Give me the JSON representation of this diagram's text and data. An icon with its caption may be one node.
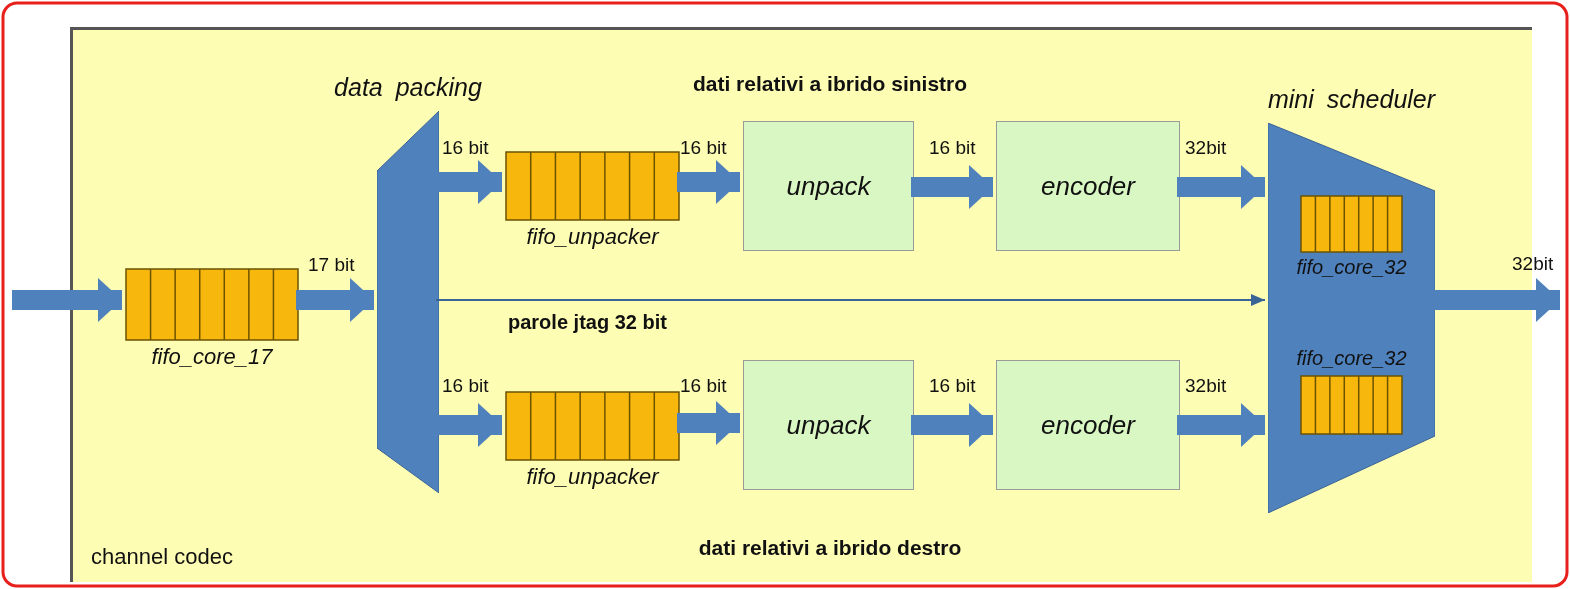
{
  "diagram": {
    "nodes": [
      {
        "text": [
          "channel codec"
        ]
      },
      {
        "text": [
          "fifo_core_17"
        ],
        "in": 0
      },
      {
        "text": [
          "data packing"
        ],
        "in": 0
      },
      {
        "text": [
          "fifo_unpacker"
        ],
        "in": 0
      },
      {
        "text": [
          "unpack"
        ],
        "in": 0
      },
      {
        "text": [
          "encoder"
        ],
        "in": 0
      },
      {
        "text": [
          "fifo_unpacker"
        ],
        "in": 0
      },
      {
        "text": [
          "unpack"
        ],
        "in": 0
      },
      {
        "text": [
          "encoder"
        ],
        "in": 0
      },
      {
        "text": [
          "mini scheduler"
        ],
        "in": 0
      },
      {
        "text": [
          "fifo_core_32"
        ],
        "in": 9
      },
      {
        "text": [
          "fifo_core_32"
        ],
        "in": 9
      }
    ],
    "edges": [
      {
        "from": null,
        "to": 1,
        "arrow": "to"
      },
      {
        "from": 1,
        "to": 2,
        "arrow": "to",
        "label": "17 bit"
      },
      {
        "from": 2,
        "to": 3,
        "arrow": "to",
        "label": "16 bit"
      },
      {
        "from": 3,
        "to": 4,
        "arrow": "to",
        "label": "16 bit"
      },
      {
        "from": 4,
        "to": 5,
        "arrow": "to",
        "label": "16 bit"
      },
      {
        "from": 5,
        "to": 9,
        "arrow": "to",
        "label": "32bit"
      },
      {
        "from": 2,
        "to": 6,
        "arrow": "to",
        "label": "16 bit"
      },
      {
        "from": 6,
        "to": 7,
        "arrow": "to",
        "label": "16 bit"
      },
      {
        "from": 7,
        "to": 8,
        "arrow": "to",
        "label": "16 bit"
      },
      {
        "from": 8,
        "to": 9,
        "arrow": "to",
        "label": "32bit"
      },
      {
        "from": 2,
        "to": 9,
        "arrow": "to",
        "label": "parole jtag 32 bit"
      },
      {
        "from": 9,
        "to": null,
        "arrow": "to",
        "label": "32bit"
      }
    ],
    "labels": [
      "dati relativi a ibrido sinistro",
      "dati relativi a ibrido destro"
    ]
  }
}
